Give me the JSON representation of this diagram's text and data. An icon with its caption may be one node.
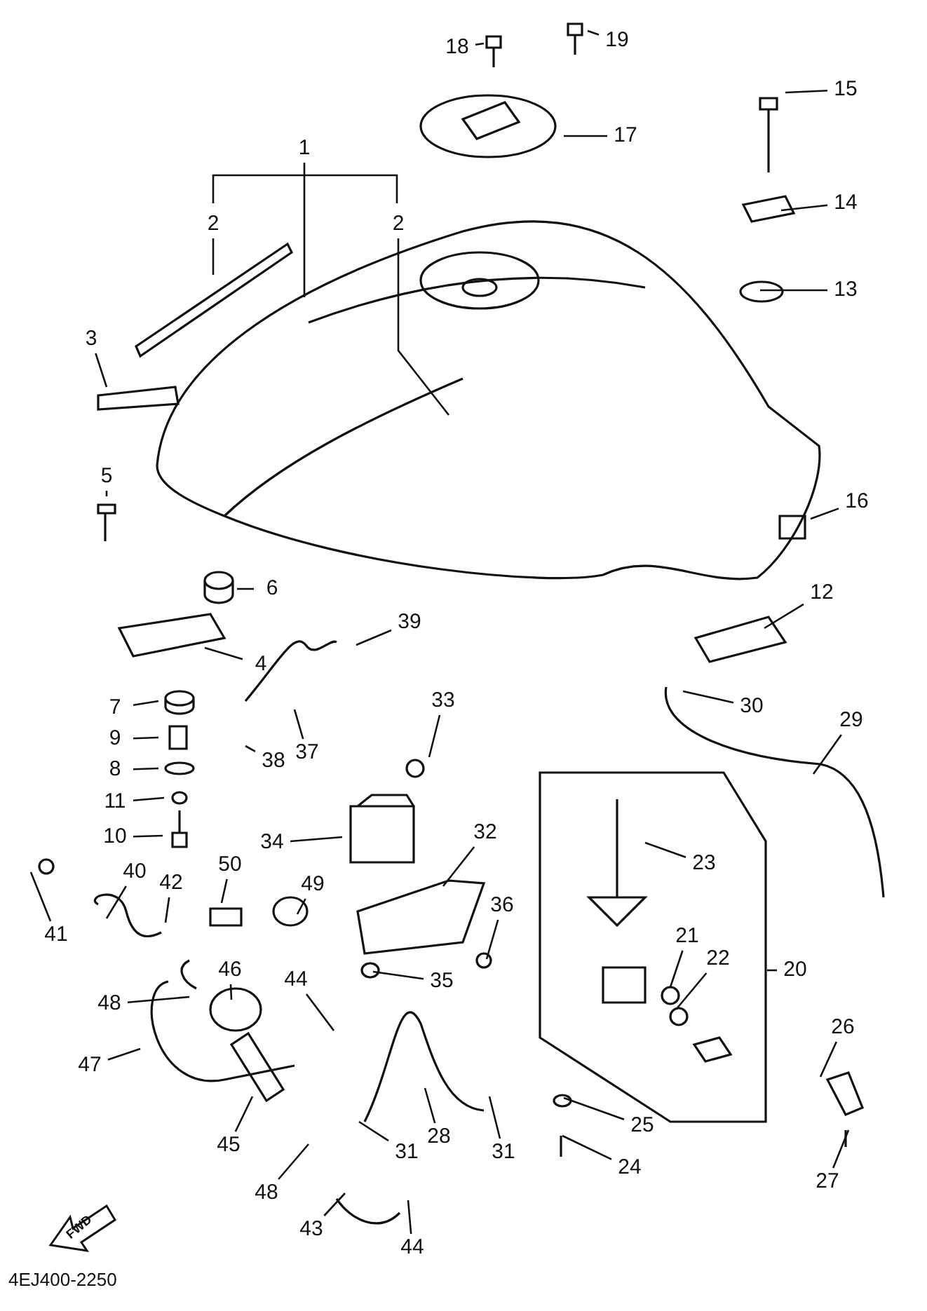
{
  "diagram": {
    "nodes": [
      {
        "text": [
          "18"
        ]
      },
      {
        "text": [
          "19"
        ]
      },
      {
        "text": [
          "15"
        ]
      },
      {
        "text": [
          "17"
        ]
      },
      {
        "text": [
          "1"
        ]
      },
      {
        "text": [
          "2"
        ]
      },
      {
        "text": [
          "2"
        ]
      },
      {
        "text": [
          "14"
        ]
      },
      {
        "text": [
          "13"
        ]
      },
      {
        "text": [
          "3"
        ]
      },
      {
        "text": [
          "5"
        ]
      },
      {
        "text": [
          "16"
        ]
      },
      {
        "text": [
          "6"
        ]
      },
      {
        "text": [
          "12"
        ]
      },
      {
        "text": [
          "4"
        ]
      },
      {
        "text": [
          "39"
        ]
      },
      {
        "text": [
          "30"
        ]
      },
      {
        "text": [
          "7"
        ]
      },
      {
        "text": [
          "29"
        ]
      },
      {
        "text": [
          "37"
        ]
      },
      {
        "text": [
          "9"
        ]
      },
      {
        "text": [
          "33"
        ]
      },
      {
        "text": [
          "8"
        ]
      },
      {
        "text": [
          "38"
        ]
      },
      {
        "text": [
          "11"
        ]
      },
      {
        "text": [
          "34"
        ]
      },
      {
        "text": [
          "10"
        ]
      },
      {
        "text": [
          "32"
        ]
      },
      {
        "text": [
          "23"
        ]
      },
      {
        "text": [
          "40"
        ]
      },
      {
        "text": [
          "42"
        ]
      },
      {
        "text": [
          "50"
        ]
      },
      {
        "text": [
          "49"
        ]
      },
      {
        "text": [
          "36"
        ]
      },
      {
        "text": [
          "21"
        ]
      },
      {
        "text": [
          "22"
        ]
      },
      {
        "text": [
          "41"
        ]
      },
      {
        "text": [
          "20"
        ]
      },
      {
        "text": [
          "46"
        ]
      },
      {
        "text": [
          "35"
        ]
      },
      {
        "text": [
          "44"
        ]
      },
      {
        "text": [
          "48"
        ]
      },
      {
        "text": [
          "26"
        ]
      },
      {
        "text": [
          "47"
        ]
      },
      {
        "text": [
          "28"
        ]
      },
      {
        "text": [
          "45"
        ]
      },
      {
        "text": [
          "31"
        ]
      },
      {
        "text": [
          "31"
        ]
      },
      {
        "text": [
          "25"
        ]
      },
      {
        "text": [
          "27"
        ]
      },
      {
        "text": [
          "48"
        ]
      },
      {
        "text": [
          "24"
        ]
      },
      {
        "text": [
          "43"
        ]
      },
      {
        "text": [
          "44"
        ]
      }
    ],
    "edges": [
      {
        "from": 0,
        "to": null,
        "arrow": "none"
      },
      {
        "from": 1,
        "to": null,
        "arrow": "none"
      },
      {
        "from": 2,
        "to": null,
        "arrow": "none"
      },
      {
        "from": 3,
        "to": null,
        "arrow": "none"
      },
      {
        "from": 4,
        "to": null,
        "arrow": "none"
      },
      {
        "from": 5,
        "to": null,
        "arrow": "none"
      },
      {
        "from": 6,
        "to": null,
        "arrow": "none"
      },
      {
        "from": 7,
        "to": null,
        "arrow": "none"
      },
      {
        "from": 8,
        "to": null,
        "arrow": "none"
      },
      {
        "from": 9,
        "to": null,
        "arrow": "none"
      },
      {
        "from": 10,
        "to": null,
        "arrow": "none"
      },
      {
        "from": 11,
        "to": null,
        "arrow": "none"
      },
      {
        "from": 12,
        "to": null,
        "arrow": "none"
      },
      {
        "from": 13,
        "to": null,
        "arrow": "none"
      },
      {
        "from": 14,
        "to": null,
        "arrow": "none"
      },
      {
        "from": 15,
        "to": null,
        "arrow": "none"
      },
      {
        "from": 16,
        "to": null,
        "arrow": "none"
      },
      {
        "from": 17,
        "to": null,
        "arrow": "none"
      },
      {
        "from": 18,
        "to": null,
        "arrow": "none"
      },
      {
        "from": 19,
        "to": null,
        "arrow": "none"
      },
      {
        "from": 20,
        "to": null,
        "arrow": "none"
      },
      {
        "from": 21,
        "to": null,
        "arrow": "none"
      },
      {
        "from": 22,
        "to": null,
        "arrow": "none"
      },
      {
        "from": 23,
        "to": null,
        "arrow": "none"
      },
      {
        "from": 24,
        "to": null,
        "arrow": "none"
      },
      {
        "from": 25,
        "to": null,
        "arrow": "none"
      },
      {
        "from": 26,
        "to": null,
        "arrow": "none"
      },
      {
        "from": 27,
        "to": null,
        "arrow": "none"
      },
      {
        "from": 28,
        "to": null,
        "arrow": "none"
      },
      {
        "from": 29,
        "to": null,
        "arrow": "none"
      },
      {
        "from": 30,
        "to": null,
        "arrow": "none"
      },
      {
        "from": 31,
        "to": null,
        "arrow": "none"
      },
      {
        "from": 32,
        "to": null,
        "arrow": "none"
      },
      {
        "from": 33,
        "to": null,
        "arrow": "none"
      },
      {
        "from": 34,
        "to": null,
        "arrow": "none"
      },
      {
        "from": 35,
        "to": null,
        "arrow": "none"
      },
      {
        "from": 36,
        "to": null,
        "arrow": "none"
      },
      {
        "from": 37,
        "to": null,
        "arrow": "none"
      },
      {
        "from": 38,
        "to": null,
        "arrow": "none"
      },
      {
        "from": 39,
        "to": null,
        "arrow": "none"
      },
      {
        "from": 40,
        "to": null,
        "arrow": "none"
      },
      {
        "from": 41,
        "to": null,
        "arrow": "none"
      },
      {
        "from": 42,
        "to": null,
        "arrow": "none"
      },
      {
        "from": 43,
        "to": null,
        "arrow": "none"
      },
      {
        "from": 44,
        "to": null,
        "arrow": "none"
      },
      {
        "from": 45,
        "to": null,
        "arrow": "none"
      },
      {
        "from": 46,
        "to": null,
        "arrow": "none"
      },
      {
        "from": 47,
        "to": null,
        "arrow": "none"
      },
      {
        "from": 48,
        "to": null,
        "arrow": "none"
      },
      {
        "from": 49,
        "to": null,
        "arrow": "none"
      },
      {
        "from": 50,
        "to": null,
        "arrow": "none"
      },
      {
        "from": 51,
        "to": null,
        "arrow": "none"
      },
      {
        "from": 52,
        "to": null,
        "arrow": "none"
      },
      {
        "from": 53,
        "to": null,
        "arrow": "none"
      }
    ],
    "labels": [
      "FWD",
      "4EJ400-2250"
    ]
  }
}
